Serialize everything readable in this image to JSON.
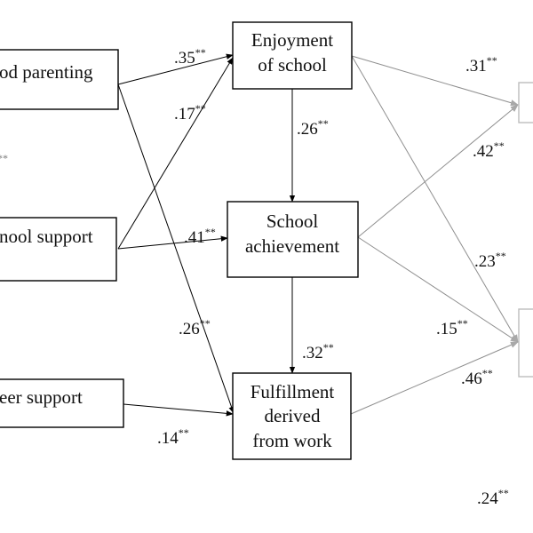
{
  "nodes": {
    "good_parenting": "od parenting",
    "school_support": "nool support",
    "peer_support": "eer support",
    "enjoyment": [
      "Enjoyment",
      "of school"
    ],
    "achievement": [
      "School",
      "achievement"
    ],
    "fulfillment": [
      "Fulfillment",
      "derived",
      "from work"
    ]
  },
  "edges": [
    {
      "id": "parenting-to-enjoyment",
      "coef": ".35",
      "sig": "**"
    },
    {
      "id": "parenting-to-fulfillment",
      "coef": ".26",
      "sig": "**"
    },
    {
      "id": "school-support-to-enjoyment",
      "coef": ".17",
      "sig": "**"
    },
    {
      "id": "school-support-to-achievement",
      "coef": ".41",
      "sig": "**"
    },
    {
      "id": "enjoyment-to-achievement",
      "coef": ".26",
      "sig": "**"
    },
    {
      "id": "achievement-to-fulfillment",
      "coef": ".32",
      "sig": "**"
    },
    {
      "id": "peer-support-to-fulfillment",
      "coef": ".14",
      "sig": "**"
    },
    {
      "id": "enjoyment-to-outcome-1",
      "coef": ".31",
      "sig": "**"
    },
    {
      "id": "achievement-to-outcome-1",
      "coef": ".42",
      "sig": "**"
    },
    {
      "id": "enjoyment-to-outcome-2",
      "coef": ".23",
      "sig": "**"
    },
    {
      "id": "achievement-to-outcome-2",
      "coef": ".15",
      "sig": "**"
    },
    {
      "id": "fulfillment-to-outcome-2",
      "coef": ".46",
      "sig": "**"
    }
  ],
  "extra_labels": {
    "bottom_right": {
      "coef": ".24",
      "sig": "**"
    },
    "left_stars": "**"
  },
  "colors": {
    "main": "#000000",
    "faded": "#8f8f8f"
  }
}
